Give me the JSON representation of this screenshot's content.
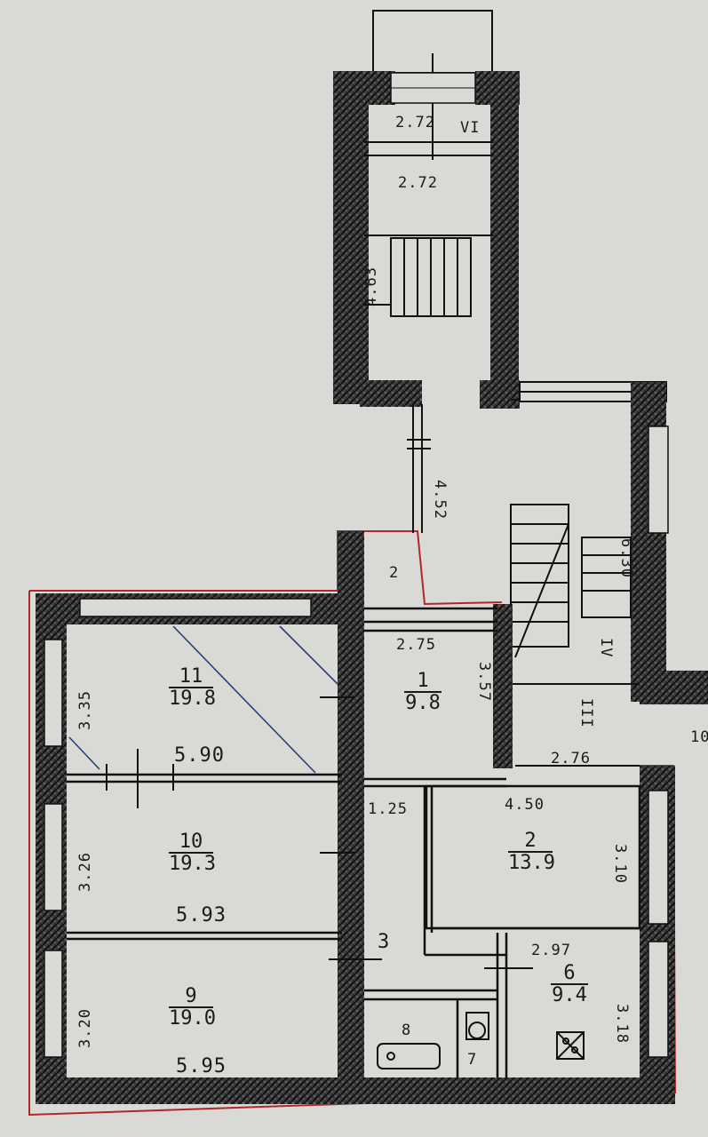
{
  "rooms": [
    {
      "id": "11",
      "number": "11",
      "area": "19.8",
      "width": "5.90",
      "height": "3.35"
    },
    {
      "id": "10",
      "number": "10",
      "area": "19.3",
      "width": "5.93",
      "height": "3.26"
    },
    {
      "id": "9",
      "number": "9",
      "area": "19.0",
      "width": "5.95",
      "height": "3.20"
    },
    {
      "id": "1",
      "number": "1",
      "area": "9.8",
      "width": "2.75",
      "height": "3.57"
    },
    {
      "id": "2",
      "number": "2",
      "area": "13.9",
      "width": "4.50",
      "height": "3.10"
    },
    {
      "id": "6",
      "number": "6",
      "area": "9.4",
      "width": "2.97",
      "height": "3.18"
    },
    {
      "id": "3",
      "number": "3"
    },
    {
      "id": "8",
      "number": "8"
    },
    {
      "id": "7",
      "number": "7"
    }
  ],
  "dimensions": {
    "top_stair_upper": "2.72",
    "top_stair_lower": "2.72",
    "stair_height": "4.63",
    "corridor_length": "4.52",
    "small_room": "2",
    "entry_width": "1.25",
    "landing_width": "2.76",
    "landing_height": "6.30",
    "roman_top": "VI",
    "roman_mid": "IV",
    "roman_low": "III",
    "edge_mark": "10"
  }
}
